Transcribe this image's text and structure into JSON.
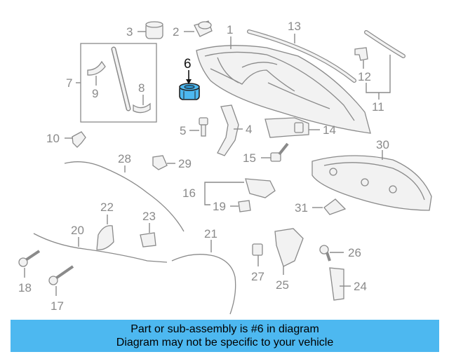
{
  "highlight_color": "#4db8f0",
  "highlighted_part": "6",
  "callouts": [
    "1",
    "2",
    "3",
    "4",
    "5",
    "6",
    "7",
    "8",
    "9",
    "10",
    "11",
    "12",
    "13",
    "14",
    "15",
    "16",
    "17",
    "18",
    "19",
    "20",
    "21",
    "22",
    "23",
    "24",
    "25",
    "26",
    "27",
    "28",
    "29",
    "30",
    "31"
  ],
  "banner": {
    "line1": "Part or sub-assembly is #6 in diagram",
    "line2": "Diagram may not be specific to your vehicle"
  },
  "icons": [
    "hood-panel",
    "insulator-pad",
    "latch",
    "cable",
    "bolt",
    "clip"
  ]
}
